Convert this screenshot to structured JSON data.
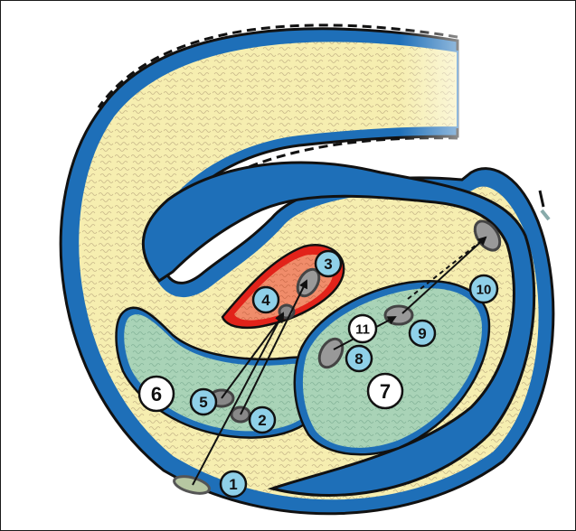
{
  "figure": {
    "labels": [
      {
        "id": "label-1",
        "text": "1",
        "style": "blue-badge"
      },
      {
        "id": "label-2",
        "text": "2",
        "style": "blue-badge"
      },
      {
        "id": "label-3",
        "text": "3",
        "style": "blue-badge"
      },
      {
        "id": "label-4",
        "text": "4",
        "style": "blue-badge"
      },
      {
        "id": "label-5",
        "text": "5",
        "style": "blue-badge"
      },
      {
        "id": "label-6",
        "text": "6",
        "style": "white-badge"
      },
      {
        "id": "label-7",
        "text": "7",
        "style": "white-badge"
      },
      {
        "id": "label-8",
        "text": "8",
        "style": "blue-badge"
      },
      {
        "id": "label-9",
        "text": "9",
        "style": "blue-badge"
      },
      {
        "id": "label-10",
        "text": "10",
        "style": "blue-badge"
      },
      {
        "id": "label-11",
        "text": "11",
        "style": "white-badge"
      }
    ],
    "colors": {
      "outer_blue": "#1e6fb8",
      "outline": "#111111",
      "mesoderm_fill": "#f6eeb0",
      "texture": "#c9b98a",
      "green_fill": "#a9d3b7",
      "orange_fill": "#f08c6a",
      "red_ring": "#e2231a",
      "badge_blue": "#8fd0e8",
      "grey_oval": "#6f6f6f",
      "pale_oval": "#b7c7a2"
    }
  }
}
